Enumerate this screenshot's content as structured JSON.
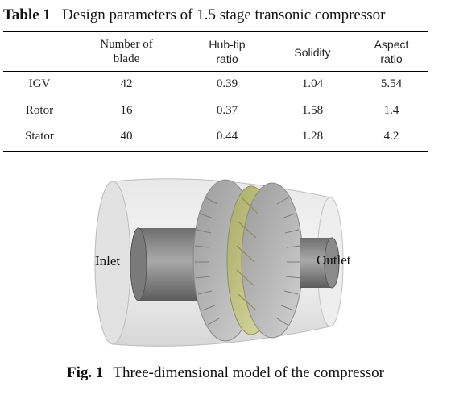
{
  "table": {
    "label": "Table 1",
    "title": "Design parameters of 1.5 stage transonic compressor",
    "headers": [
      {
        "line1": "Number of",
        "line2": "blade"
      },
      {
        "line1": "Hub-tip",
        "line2": "ratio"
      },
      {
        "line1": "Solidity",
        "line2": ""
      },
      {
        "line1": "Aspect",
        "line2": "ratio"
      }
    ],
    "rows": [
      {
        "name": "IGV",
        "values": [
          "42",
          "0.39",
          "1.04",
          "5.54"
        ]
      },
      {
        "name": "Rotor",
        "values": [
          "16",
          "0.37",
          "1.58",
          "1.4"
        ]
      },
      {
        "name": "Stator",
        "values": [
          "40",
          "0.44",
          "1.28",
          "4.2"
        ]
      }
    ]
  },
  "figure": {
    "inlet_label": "Inlet",
    "outlet_label": "Outlet",
    "caption_label": "Fig. 1",
    "caption_text": "Three-dimensional model of the compressor",
    "colors": {
      "casing": "#dcdcdc",
      "duct": "#8c8c8c",
      "blades": "#b8b8b8",
      "rotor_blades": "#c8c98a"
    }
  }
}
